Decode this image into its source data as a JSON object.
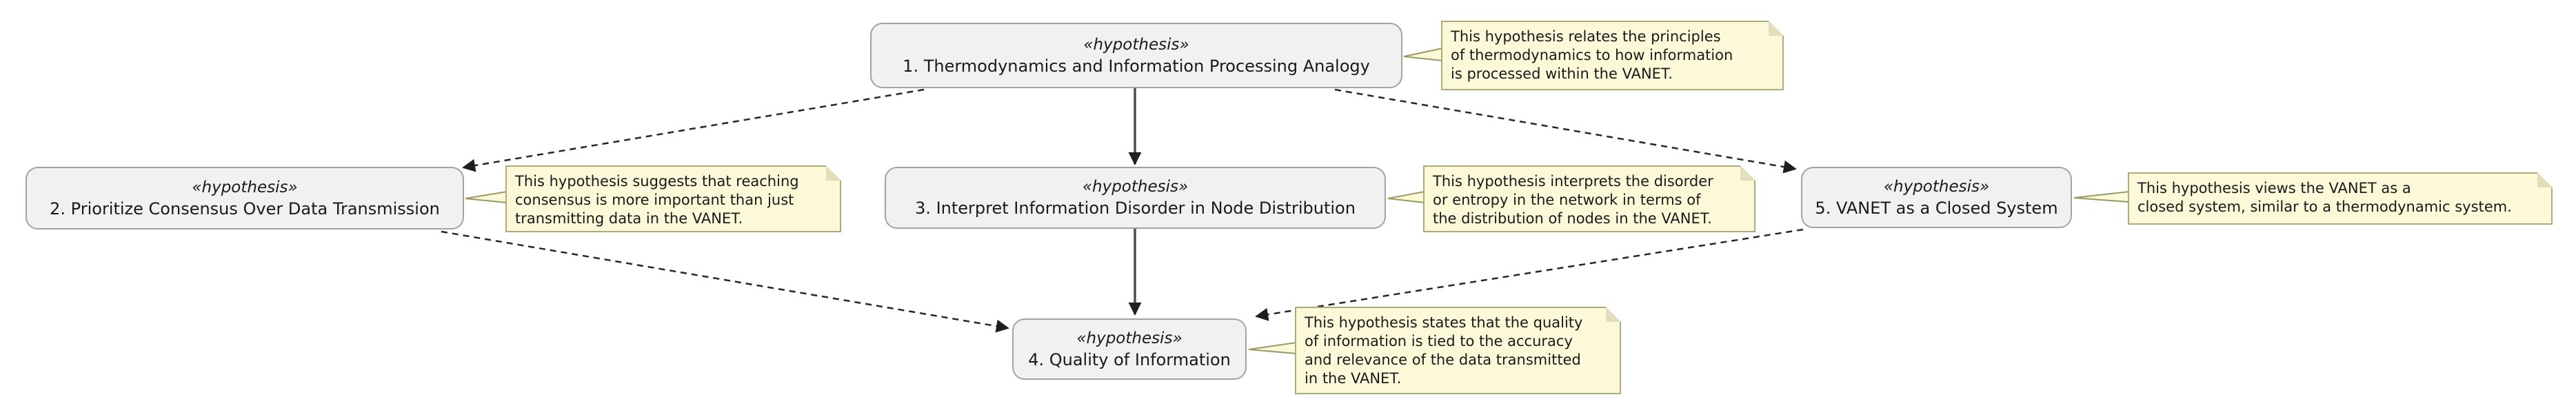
{
  "diagram": {
    "type": "uml-hypothesis-diagram",
    "background_color": "#ffffff",
    "node_fill_color": "#f1f1f1",
    "node_border_color": "#a3a3a3",
    "note_fill_color": "#fbf9d7",
    "note_border_color": "#abab7c",
    "stereotype": "«hypothesis»",
    "nodes": [
      {
        "id": "1",
        "title": "1. Thermodynamics and Information Processing Analogy"
      },
      {
        "id": "2",
        "title": "2. Prioritize Consensus Over Data Transmission"
      },
      {
        "id": "3",
        "title": "3. Interpret Information Disorder in Node Distribution"
      },
      {
        "id": "4",
        "title": "4. Quality of Information"
      },
      {
        "id": "5",
        "title": "5. VANET as a Closed System"
      }
    ],
    "notes": [
      {
        "attached_to": "1",
        "text": "This hypothesis relates the principles\nof thermodynamics to how information\nis processed within the VANET."
      },
      {
        "attached_to": "2",
        "text": "This hypothesis suggests that reaching\nconsensus is more important than just\ntransmitting data in the VANET."
      },
      {
        "attached_to": "3",
        "text": "This hypothesis interprets the disorder\nor entropy in the network in terms of\nthe distribution of nodes in the VANET."
      },
      {
        "attached_to": "4",
        "text": "This hypothesis states that the quality\nof information is tied to the accuracy\nand relevance of the data transmitted\nin the VANET."
      },
      {
        "attached_to": "5",
        "text": "This hypothesis views the VANET as a\nclosed system, similar to a thermodynamic system."
      }
    ],
    "edges": [
      {
        "from": "1",
        "to": "2",
        "style": "dashed"
      },
      {
        "from": "1",
        "to": "3",
        "style": "solid"
      },
      {
        "from": "1",
        "to": "5",
        "style": "dashed"
      },
      {
        "from": "2",
        "to": "4",
        "style": "dashed"
      },
      {
        "from": "3",
        "to": "4",
        "style": "solid"
      },
      {
        "from": "5",
        "to": "4",
        "style": "dashed"
      }
    ]
  }
}
